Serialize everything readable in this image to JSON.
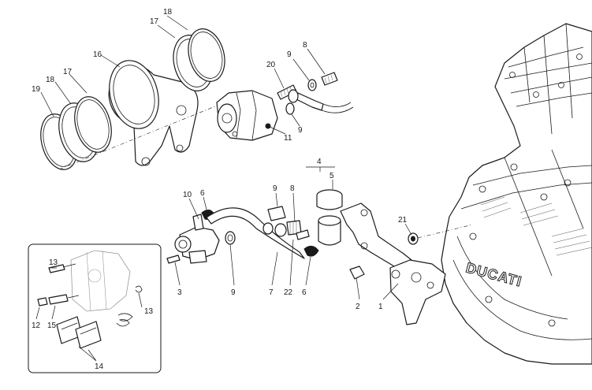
{
  "callouts": {
    "c1": "1",
    "c2": "2",
    "c3": "3",
    "c4": "4",
    "c5": "5",
    "c6a": "6",
    "c6b": "6",
    "c7": "7",
    "c8a": "8",
    "c8b": "8",
    "c9a": "9",
    "c9b": "9",
    "c9c": "9",
    "c9d": "9",
    "c10": "10",
    "c11": "11",
    "c12": "12",
    "c13a": "13",
    "c13b": "13",
    "c14": "14",
    "c15": "15",
    "c16": "16",
    "c17a": "17",
    "c17b": "17",
    "c18a": "18",
    "c18b": "18",
    "c19": "19",
    "c20": "20",
    "c21": "21",
    "c22": "22"
  },
  "engine_logo": "DUCATI"
}
